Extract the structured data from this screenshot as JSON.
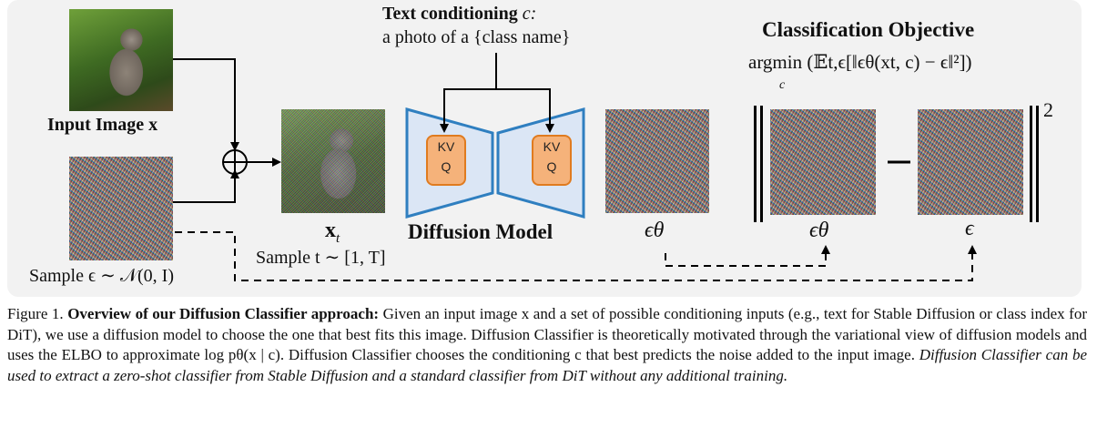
{
  "figure": {
    "input_image_label": "Input Image x",
    "xt_label": "x",
    "xt_sub": "t",
    "sample_t_label": "Sample t ∼ [1, T]",
    "sample_eps_label": "Sample ϵ ∼ 𝒩(0, I)",
    "text_conditioning_bold": "Text conditioning",
    "text_conditioning_var": "c:",
    "text_conditioning_prompt": "a photo of a {class name}",
    "diffusion_model_label": "Diffusion Model",
    "kv_label": "KV",
    "q_label": "Q",
    "eps_theta_label": "ϵθ",
    "eps_theta_label_2": "ϵθ",
    "eps_label": "ϵ",
    "classification_objective_title": "Classification Objective",
    "argmin_expr": "argmin (𝔼t,ϵ[‖ϵθ(xt, c) − ϵ‖²])",
    "argmin_sub": "c",
    "norm_exponent": "2",
    "minus_sign": "−",
    "plus_symbol": "⊕"
  },
  "caption": {
    "prefix": "Figure 1.",
    "title": "Overview of our Diffusion Classifier approach:",
    "body": "Given an input image x and a set of possible conditioning inputs (e.g., text for Stable Diffusion or class index for DiT), we use a diffusion model to choose the one that best fits this image. Diffusion Classifier is theoretically motivated through the variational view of diffusion models and uses the ELBO to approximate log pθ(x | c). Diffusion Classifier chooses the conditioning c that best predicts the noise added to the input image.",
    "italic": "Diffusion Classifier can be used to extract a zero-shot classifier from Stable Diffusion and a standard classifier from DiT without any additional training."
  },
  "colors": {
    "panel_bg": "#f2f2f2",
    "unet_fill": "#dbe6f5",
    "unet_stroke": "#2f7fc0",
    "kv_fill": "#f5b27a",
    "kv_stroke": "#e07b1f"
  }
}
